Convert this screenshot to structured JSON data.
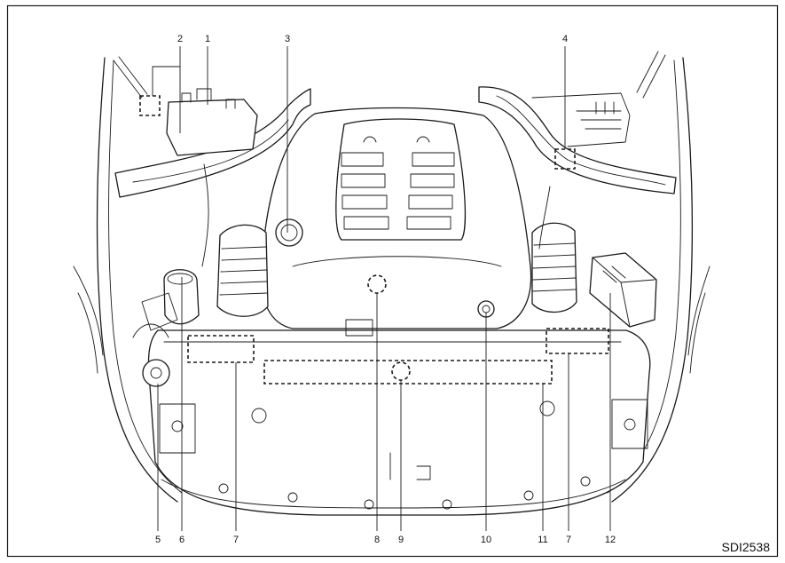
{
  "figure": {
    "code": "SDI2538",
    "callouts": {
      "c1": "1",
      "c2": "2",
      "c3": "3",
      "c4": "4",
      "c5": "5",
      "c6": "6",
      "c7a": "7",
      "c7b": "7",
      "c8": "8",
      "c9": "9",
      "c10": "10",
      "c11": "11",
      "c12": "12"
    }
  }
}
